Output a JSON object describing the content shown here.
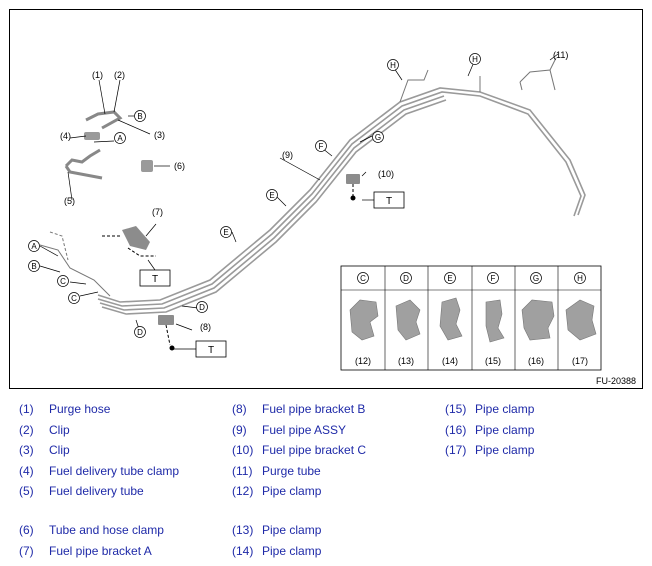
{
  "figure": {
    "code": "FU-20388",
    "callouts": [
      "(1)",
      "(2)",
      "(3)",
      "(4)",
      "(5)",
      "(6)",
      "(7)",
      "(8)",
      "(9)",
      "(10)",
      "(11)"
    ],
    "letters": {
      "A": "A",
      "B": "B",
      "C": "C",
      "D": "D",
      "E": "E",
      "F": "F",
      "G": "G",
      "H": "H"
    },
    "t_label": "T",
    "inset": {
      "headers": [
        "C",
        "D",
        "E",
        "F",
        "G",
        "H"
      ],
      "numbers": [
        "(12)",
        "(13)",
        "(14)",
        "(15)",
        "(16)",
        "(17)"
      ]
    }
  },
  "legend": {
    "col1": [
      {
        "num": "(1)",
        "label": "Purge hose"
      },
      {
        "num": "(2)",
        "label": "Clip"
      },
      {
        "num": "(3)",
        "label": "Clip"
      },
      {
        "num": "(4)",
        "label": "Fuel delivery tube clamp"
      },
      {
        "num": "(5)",
        "label": "Fuel delivery tube"
      },
      {
        "num": "(6)",
        "label": "Tube and hose clamp"
      },
      {
        "num": "(7)",
        "label": "Fuel pipe bracket A"
      }
    ],
    "col2": [
      {
        "num": "(8)",
        "label": "Fuel pipe bracket B"
      },
      {
        "num": "(9)",
        "label": "Fuel pipe ASSY"
      },
      {
        "num": "(10)",
        "label": "Fuel pipe bracket C"
      },
      {
        "num": "(11)",
        "label": "Purge tube"
      },
      {
        "num": "(12)",
        "label": "Pipe clamp"
      },
      {
        "num": "(13)",
        "label": "Pipe clamp"
      },
      {
        "num": "(14)",
        "label": "Pipe clamp"
      }
    ],
    "col3": [
      {
        "num": "(15)",
        "label": "Pipe clamp"
      },
      {
        "num": "(16)",
        "label": "Pipe clamp"
      },
      {
        "num": "(17)",
        "label": "Pipe clamp"
      }
    ]
  },
  "colors": {
    "legend_text": "#1f2aa8",
    "pipe": "#9a9a9a",
    "part": "#8c8c8c"
  }
}
